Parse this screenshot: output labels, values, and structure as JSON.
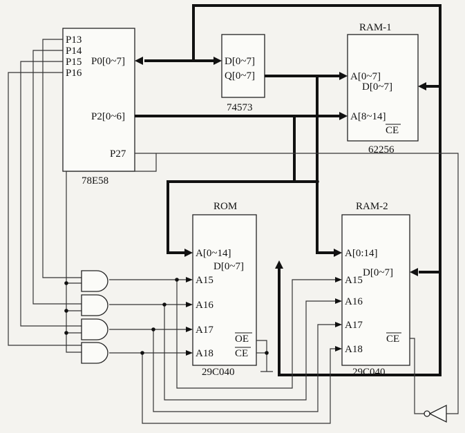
{
  "chips": {
    "mcu": {
      "name": "78E58",
      "pins": {
        "p13": "P13",
        "p14": "P14",
        "p15": "P15",
        "p16": "P16",
        "p0": "P0[0~7]",
        "p2": "P2[0~6]",
        "p27": "P27"
      }
    },
    "latch": {
      "name": "74573",
      "pins": {
        "d": "D[0~7]",
        "q": "Q[0~7]"
      }
    },
    "ram1": {
      "title": "RAM-1",
      "name": "62256",
      "pins": {
        "a_low": "A[0~7]",
        "d": "D[0~7]",
        "a_high": "A[8~14]",
        "ce": "CE"
      }
    },
    "rom": {
      "title": "ROM",
      "name": "29C040",
      "pins": {
        "a": "A[0~14]",
        "d": "D[0~7]",
        "a15": "A15",
        "a16": "A16",
        "a17": "A17",
        "a18": "A18",
        "oe": "OE",
        "ce": "CE"
      }
    },
    "ram2": {
      "title": "RAM-2",
      "name": "29C040",
      "pins": {
        "a": "A[0:14]",
        "d": "D[0~7]",
        "a15": "A15",
        "a16": "A16",
        "a17": "A17",
        "a18": "A18",
        "ce": "CE"
      }
    }
  },
  "gates": [
    "and-gate",
    "and-gate",
    "and-gate",
    "and-gate"
  ],
  "inverter": "inverter",
  "colors": {
    "line": "#111111",
    "paper": "#f4f3ef",
    "chip_fill": "#fbfbf8"
  }
}
